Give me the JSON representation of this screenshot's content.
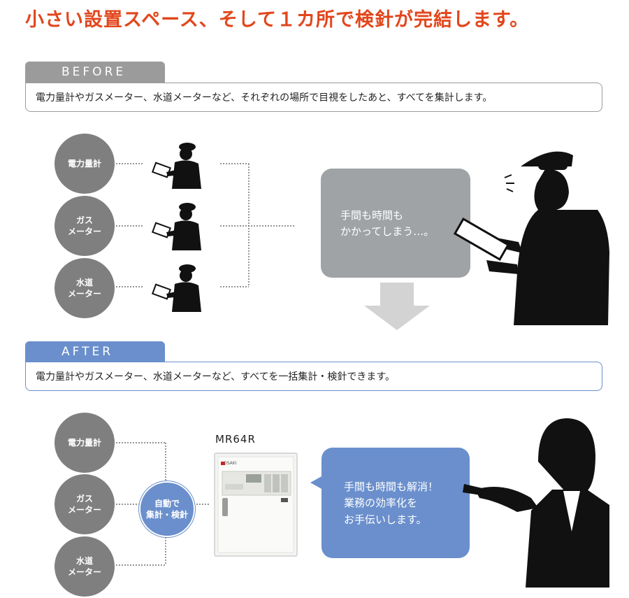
{
  "headline": "小さい設置スペース、そして１カ所で検針が完結します。",
  "before": {
    "tab_label": "BEFORE",
    "description": "電力量計やガスメーター、水道メーターなど、それぞれの場所で目視をしたあと、すべてを集計します。",
    "meters": [
      "電力量計",
      "ガス\nメーター",
      "水道\nメーター"
    ],
    "bubble_text": "手間も時間も\nかかってしまう…。"
  },
  "after": {
    "tab_label": "AFTER",
    "description": "電力量計やガスメーター、水道メーターなど、すべてを一括集計・検針できます。",
    "meters": [
      "電力量計",
      "ガス\nメーター",
      "水道\nメーター"
    ],
    "hub_label": "自動で\n集計・検針",
    "device_model": "MR64R",
    "device_brand": "OSAKI",
    "bubble_text": "手間も時間も解消！\n業務の効率化を\nお手伝いします。"
  },
  "colors": {
    "headline": "#e2461c",
    "before_accent": "#9b9b9b",
    "after_accent": "#6a8fcc",
    "meter_circle": "#7f7f7f",
    "arrow": "#d3d3d3"
  }
}
